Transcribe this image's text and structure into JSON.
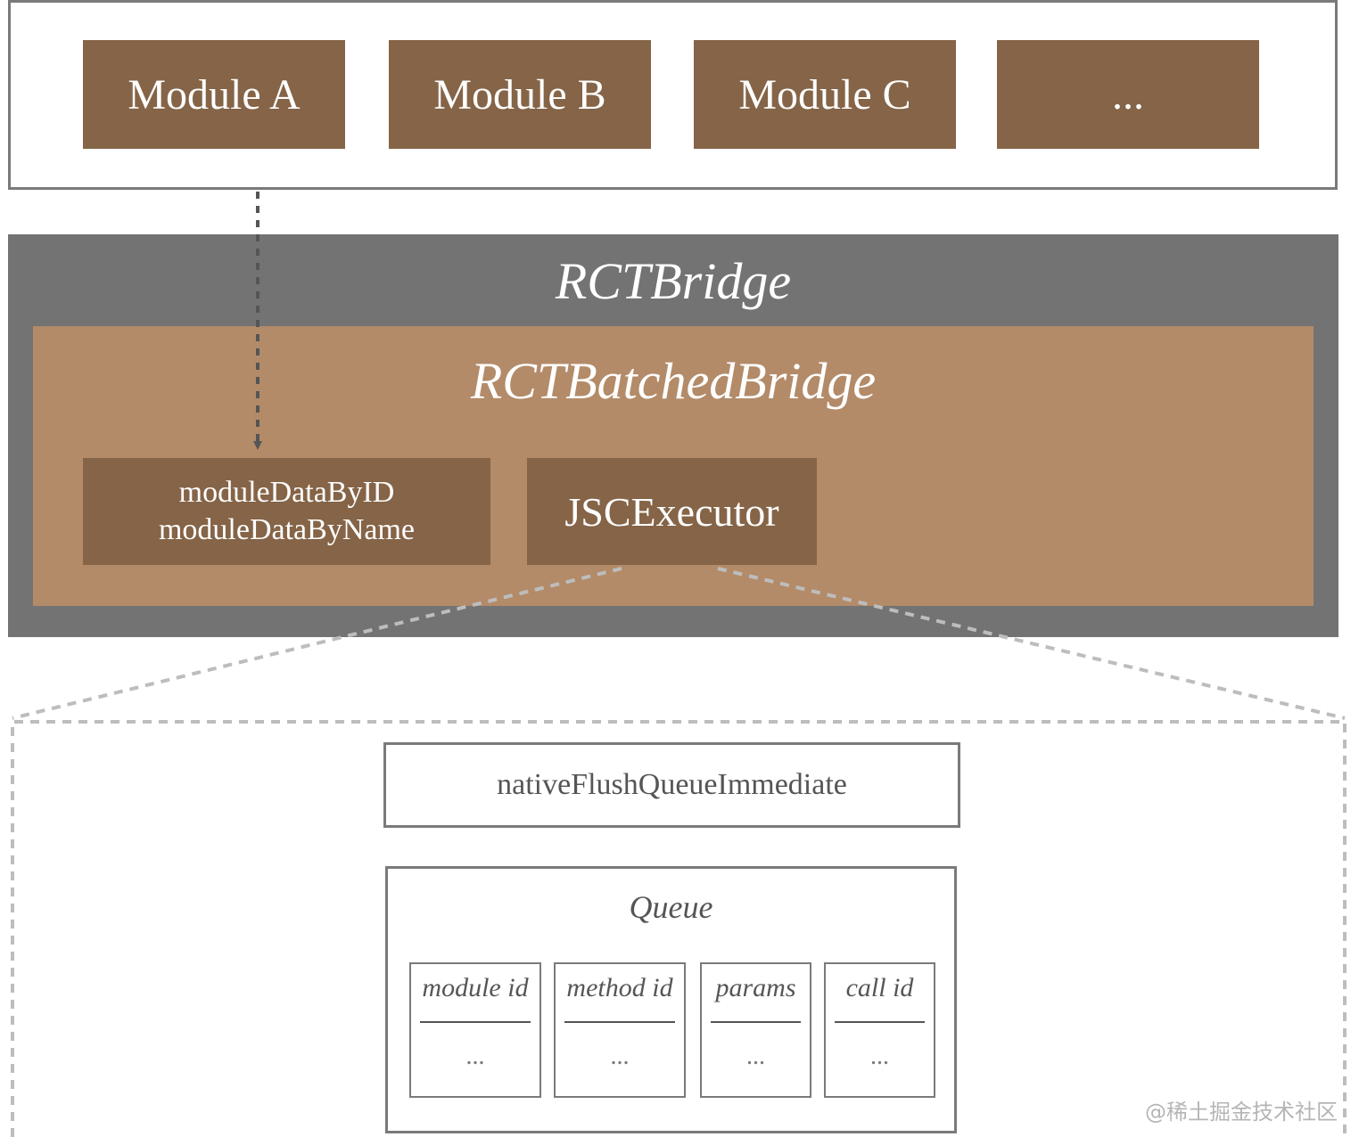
{
  "modules": [
    {
      "label": "Module A"
    },
    {
      "label": "Module B"
    },
    {
      "label": "Module C"
    },
    {
      "label": "..."
    }
  ],
  "bridge": {
    "title": "RCTBridge",
    "batched": {
      "title": "RCTBatchedBridge",
      "module_data": [
        "moduleDataByID",
        "moduleDataByName"
      ],
      "executor": "JSCExecutor"
    }
  },
  "executor_detail": {
    "flush_label": "nativeFlushQueueImmediate",
    "queue": {
      "title": "Queue",
      "columns": [
        {
          "header": "module id",
          "value": "..."
        },
        {
          "header": "method id",
          "value": "..."
        },
        {
          "header": "params",
          "value": "..."
        },
        {
          "header": "call id",
          "value": "..."
        }
      ]
    }
  },
  "watermark": "@稀土掘金技术社区",
  "colors": {
    "module_fill": "#856447",
    "bridge_fill": "#737373",
    "batched_fill": "#b38b69",
    "border": "#7a7a7a"
  }
}
